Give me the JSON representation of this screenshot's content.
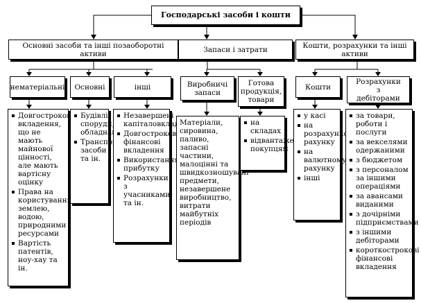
{
  "root": "Господарські засоби і кошти",
  "groups": [
    {
      "label": "Основні засоби та інші позаоборотні активи"
    },
    {
      "label": "Запаси і затрати"
    },
    {
      "label": "Кошти, розрахунки та інші активи"
    }
  ],
  "categories": [
    {
      "label": "нематеріальні",
      "items": [
        "Довгострокові вкладення, що не мають майнової цінності, але мають вартісну оцінку",
        "Права на користування землею, водою, природними ресурсами",
        "Вартість патентів, ноу-хау та ін."
      ]
    },
    {
      "label": "Основні",
      "items": [
        "Будівлі, споруди, обладнання",
        "Транспортні засоби та ін."
      ]
    },
    {
      "label": "інші",
      "items": [
        "Незавершені капіталовкладення",
        "Довгострокові фінансові вкладення",
        "Використання прибутку",
        "Розрахунки з учасниками та ін."
      ]
    },
    {
      "label": "Виробничі запаси",
      "text": "Матеріали, сировина, паливо, запасні частини, малоцінні та швидкозношувані предмети, незавершене виробництво, витрати майбутніх періодів"
    },
    {
      "label": "Готова продукція, товари",
      "items": [
        "на складах",
        "відвантажені покупцям"
      ]
    },
    {
      "label": "Кошти",
      "items": [
        "у касі",
        "на розрахунковому рахунку",
        "на валютному рахунку",
        "інші"
      ]
    },
    {
      "label": "Розрахунки з дебіторами",
      "items": [
        "за товари, роботи і послуги",
        "за векселями одержаними",
        "з бюджетом",
        "з персоналом за іншими операціями",
        "за авансами виданими",
        "з дочірніми підприємствами",
        "з іншими дебіторами",
        "короткострокові фінансові вкладення"
      ]
    }
  ]
}
